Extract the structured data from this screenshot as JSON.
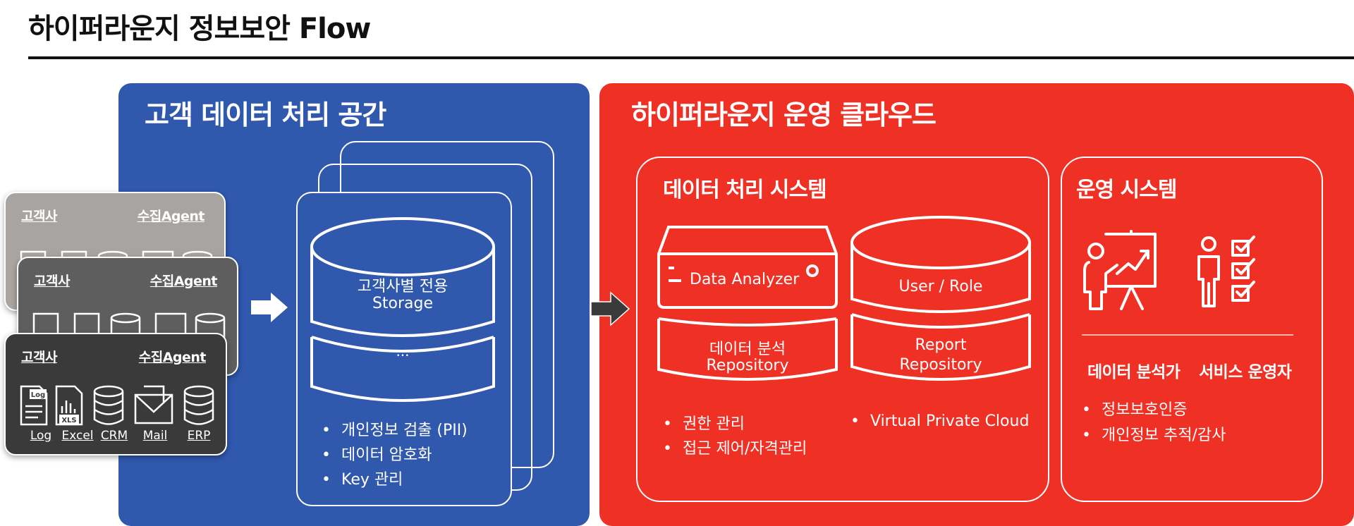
{
  "page_title": "하이퍼라운지 정보보안 Flow",
  "left_panel": {
    "title": "고객 데이터 처리 공간"
  },
  "agents": [
    {
      "customer_label": "고객사",
      "agent_label": "수집Agent"
    },
    {
      "customer_label": "고객사",
      "agent_label": "수집Agent"
    },
    {
      "customer_label": "고객사",
      "agent_label": "수집Agent",
      "sources": [
        "Log",
        "Excel",
        "CRM",
        "Mail",
        "ERP"
      ],
      "icon_tags": {
        "log": "Log",
        "xls": "XLS"
      }
    }
  ],
  "storage": {
    "top_label_1": "고객사별 전용",
    "top_label_2": "Storage",
    "bottom_label": "...",
    "bullets": [
      "개인정보 검출 (PII)",
      "데이터 암호화",
      "Key 관리"
    ]
  },
  "right_panel": {
    "title": "하이퍼라운지 운영 클라우드"
  },
  "data_system": {
    "title": "데이터 처리 시스템",
    "analyzer_label": "Data Analyzer",
    "analyzer_repo_1": "데이터 분석",
    "analyzer_repo_2": "Repository",
    "user_role_label": "User / Role",
    "report_repo_1": "Report",
    "report_repo_2": "Repository",
    "bullets_left": [
      "권한 관리",
      "접근 제어/자격관리"
    ],
    "bullets_right": [
      "Virtual Private Cloud"
    ]
  },
  "ops_system": {
    "title": "운영 시스템",
    "role_1": "데이터 분석가",
    "role_2": "서비스 운영자",
    "bullets": [
      "정보보호인증",
      "개인정보 추적/감사"
    ]
  },
  "colors": {
    "blue": "#3058ad",
    "red": "#ef3024",
    "agent_light": "#a8a4a2",
    "agent_mid": "#5e5e5e",
    "agent_dark": "#3a3a3a"
  }
}
